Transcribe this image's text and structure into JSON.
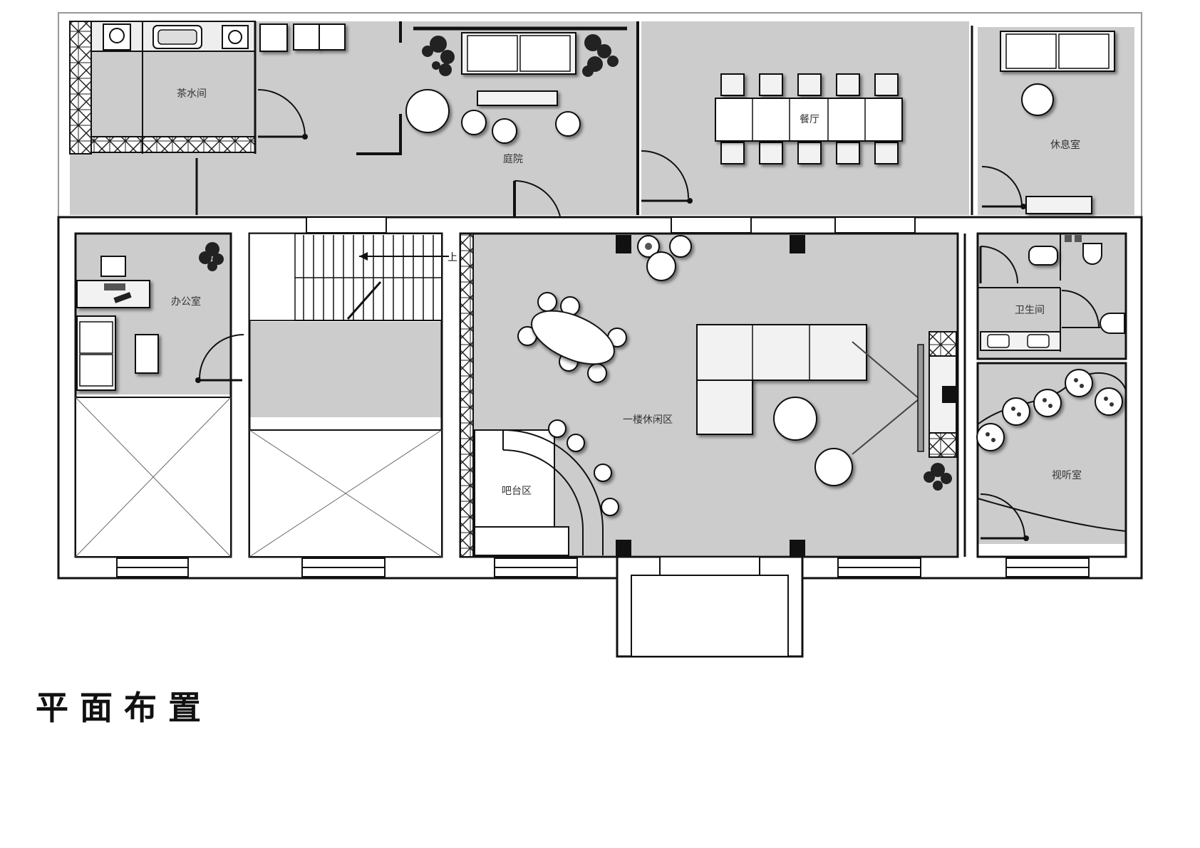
{
  "page": {
    "title": "平面布置"
  },
  "rooms": {
    "tea_room": "茶水间",
    "courtyard": "庭院",
    "dining": "餐厅",
    "rest_room": "休息室",
    "office": "办公室",
    "lounge": "一楼休闲区",
    "bar": "吧台区",
    "restroom": "卫生间",
    "av_room": "视听室"
  },
  "stair_label": "上",
  "colors": {
    "floor": "#cccccc",
    "wall": "#111111",
    "furniture": "#f2f2f2",
    "paper": "#ffffff"
  }
}
